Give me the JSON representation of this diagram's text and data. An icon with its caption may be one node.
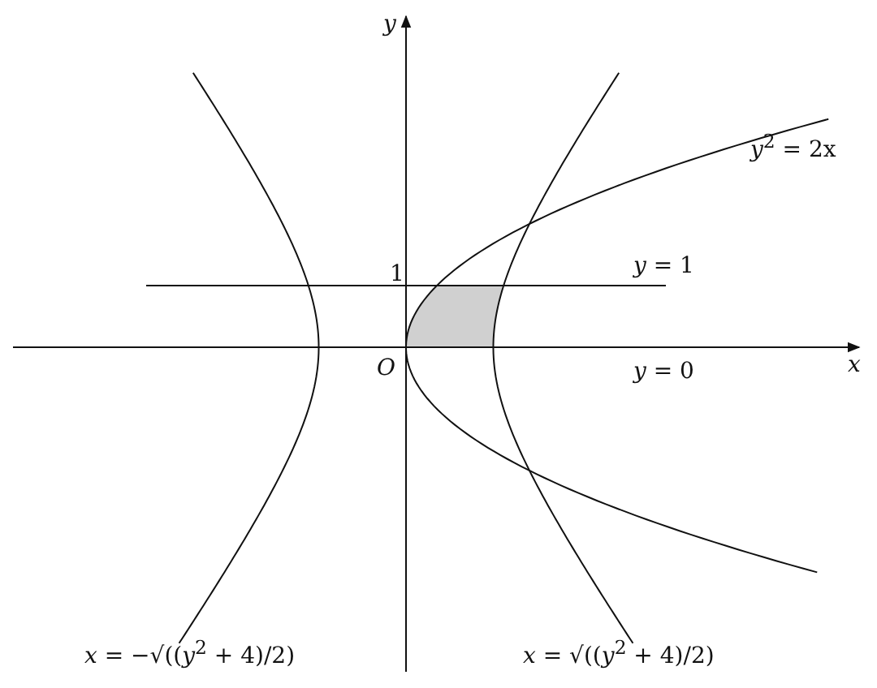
{
  "diagram": {
    "labels": [
      "*y*",
      "*y*$^{2}$ = 2x",
      "1",
      "*y* = 1",
      "*O*",
      "*y* = 0",
      "*x*",
      "*x* = −√((*y*$^{2}$ + 4)/2)",
      "*x* = √((*y*$^{2}$ + 4)/2)"
    ]
  }
}
